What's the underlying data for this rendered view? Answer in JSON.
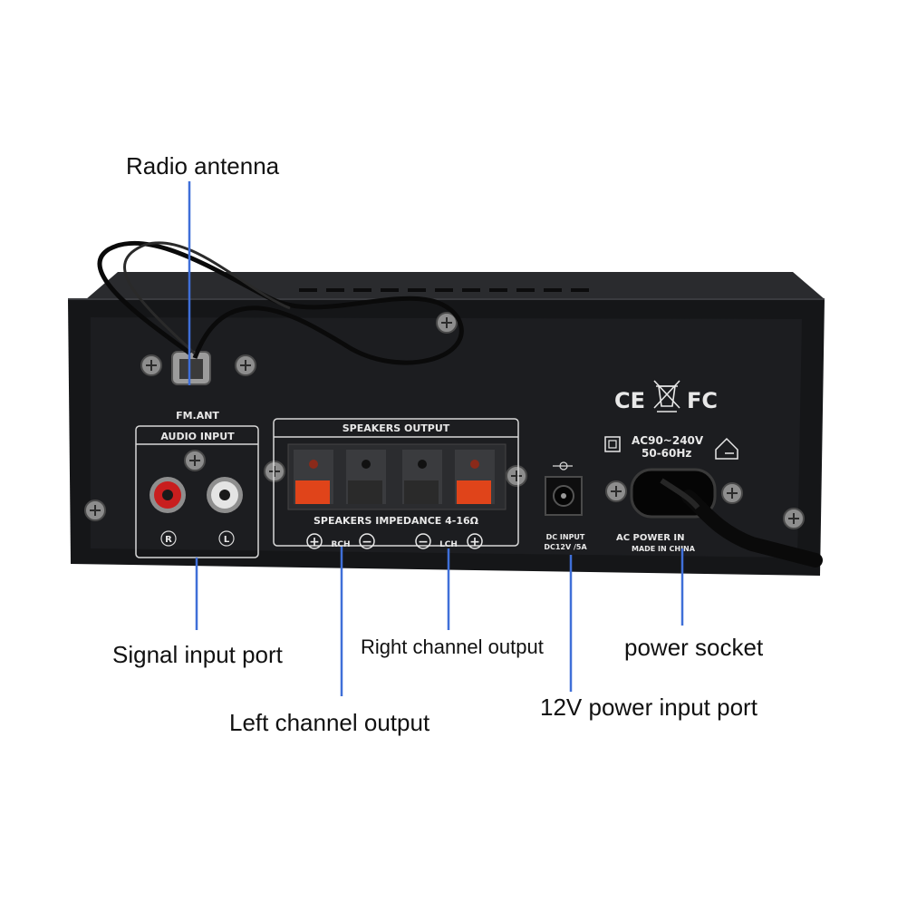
{
  "callouts": {
    "radio_antenna": "Radio antenna",
    "signal_input": "Signal input port",
    "left_channel": "Left channel output",
    "right_channel": "Right channel output",
    "dc_input": "12V power input port",
    "power_socket": "power socket"
  },
  "panel": {
    "fm_ant": "FM.ANT",
    "audio_input": "AUDIO INPUT",
    "jack_r": "R",
    "jack_l": "L",
    "speakers_output": "SPEAKERS OUTPUT",
    "speakers_impedance": "SPEAKERS IMPEDANCE 4-16Ω",
    "rch": "RCH",
    "lch": "LCH",
    "plus_sign": "+",
    "minus_sign": "−",
    "dc_input_line1": "DC INPUT",
    "dc_input_line2": "DC12V /5A",
    "ac_range": "AC90~240V",
    "ac_freq": "50-60Hz",
    "ac_power": "AC POWER IN",
    "made_in": "MADE IN CHINA",
    "ce_mark": "CE",
    "fc_mark": "FC"
  },
  "colors": {
    "leader_line": "#3f6fd8",
    "chassis": "#151618",
    "panel_print": "#e8e8e8",
    "terminal_red": "#e0441a",
    "rca_red": "#c81e1e",
    "rca_white": "#e4e4e4"
  }
}
